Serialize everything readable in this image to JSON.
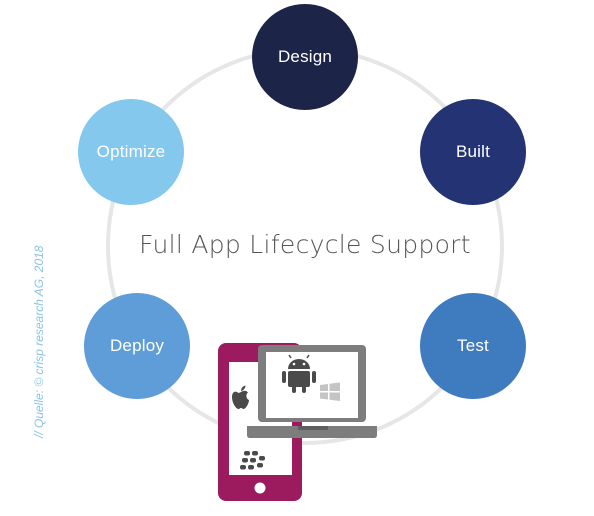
{
  "center_title": "Full App Lifecycle Support",
  "source_note": "// Quelle: © crisp research AG, 2018",
  "cycle_nodes": [
    {
      "label": "Design",
      "color": "#1c2447"
    },
    {
      "label": "Built",
      "color": "#233373"
    },
    {
      "label": "Test",
      "color": "#3f7bbf"
    },
    {
      "label": "Deploy",
      "color": "#5e9dd8"
    },
    {
      "label": "Optimize",
      "color": "#85c8ee"
    }
  ],
  "ring_color": "#e6e6e6",
  "device_icons": [
    "apple-icon",
    "blackberry-icon",
    "android-icon",
    "windows-icon"
  ],
  "device_colors": {
    "phone": "#9b1b5e",
    "laptop": "#7d7d7d",
    "logo": "#4a4a4a"
  }
}
